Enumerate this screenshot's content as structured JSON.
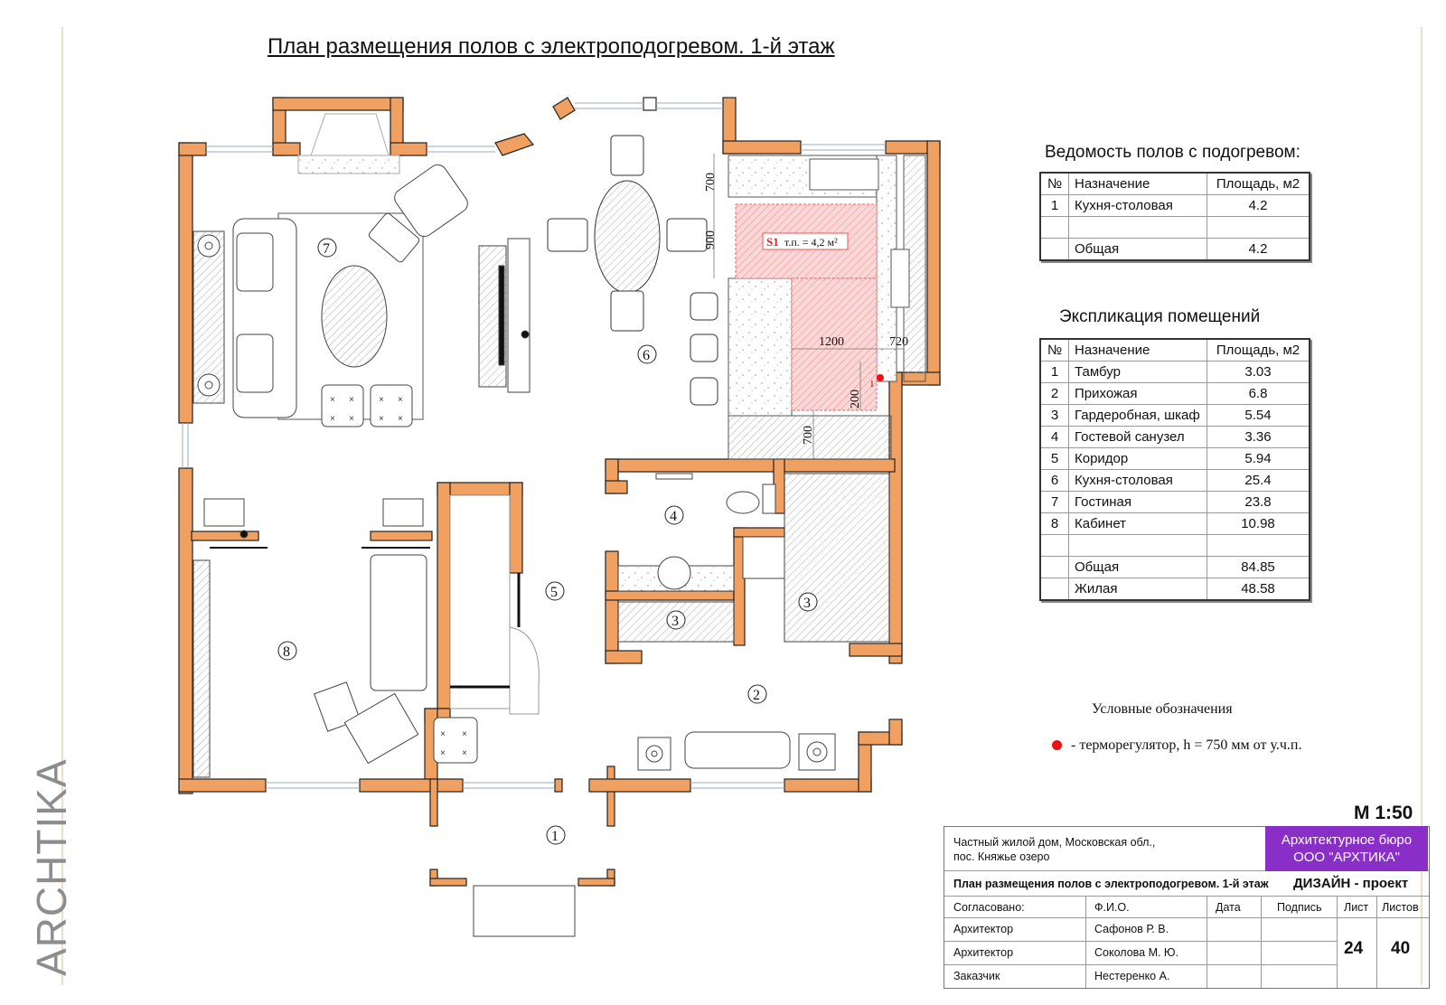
{
  "brand": "ARCHTIKA",
  "title": "План размещения полов с электроподогревом. 1-й этаж",
  "plan": {
    "room_numbers": [
      "1",
      "2",
      "3",
      "3",
      "4",
      "5",
      "6",
      "7",
      "8"
    ],
    "heated_zone_label_code": "S1",
    "heated_zone_label_text": "т.п. = 4,2 м²",
    "dimensions": [
      "700",
      "900",
      "1200",
      "720",
      "200",
      "700"
    ],
    "thermostat_number": "1"
  },
  "heated_floors": {
    "title": "Ведомость полов с подогревом:",
    "headers": [
      "№",
      "Назначение",
      "Площадь, м2"
    ],
    "rows": [
      [
        "1",
        "Кухня-столовая",
        "4.2"
      ],
      [
        "",
        "",
        ""
      ],
      [
        "",
        "Общая",
        "4.2"
      ]
    ]
  },
  "explication": {
    "title": "Экспликация помещений",
    "headers": [
      "№",
      "Назначение",
      "Площадь, м2"
    ],
    "rows": [
      [
        "1",
        "Тамбур",
        "3.03"
      ],
      [
        "2",
        "Прихожая",
        "6.8"
      ],
      [
        "3",
        "Гардеробная, шкаф",
        "5.54"
      ],
      [
        "4",
        "Гостевой санузел",
        "3.36"
      ],
      [
        "5",
        "Коридор",
        "5.94"
      ],
      [
        "6",
        "Кухня-столовая",
        "25.4"
      ],
      [
        "7",
        "Гостиная",
        "23.8"
      ],
      [
        "8",
        "Кабинет",
        "10.98"
      ],
      [
        "",
        "",
        ""
      ],
      [
        "",
        "Общая",
        "84.85"
      ],
      [
        "",
        "Жилая",
        "48.58"
      ]
    ]
  },
  "legend": {
    "title": "Условные обозначения",
    "thermostat": "- терморегулятор, h = 750 мм от у.ч.п.",
    "dot_color": "#e11111"
  },
  "scale": "М  1:50",
  "stamp": {
    "project_line1": "Частный жилой дом, Московская обл.,",
    "project_line2": "пос. Княжье озеро",
    "bureau_line1": "Архитектурное бюро",
    "bureau_line2": "ООО \"АРХТИКА\"",
    "sheet_title": "План размещения полов с электроподогревом. 1-й этаж",
    "stage": "ДИЗАЙН - проект",
    "col_agreed": "Согласовано:",
    "col_name": "Ф.И.О.",
    "col_date": "Дата",
    "col_sign": "Подпись",
    "col_sheet": "Лист",
    "col_sheets": "Листов",
    "people": [
      {
        "role": "Архитектор",
        "name": "Сафонов Р. В."
      },
      {
        "role": "Архитектор",
        "name": "Соколова М. Ю."
      },
      {
        "role": "Заказчик",
        "name": "Нестеренко А."
      }
    ],
    "sheet": "24",
    "sheets": "40"
  },
  "colors": {
    "wall": "#f0a060",
    "heated_zone": "#f7c6c6",
    "accent": "#8a2ec8"
  }
}
